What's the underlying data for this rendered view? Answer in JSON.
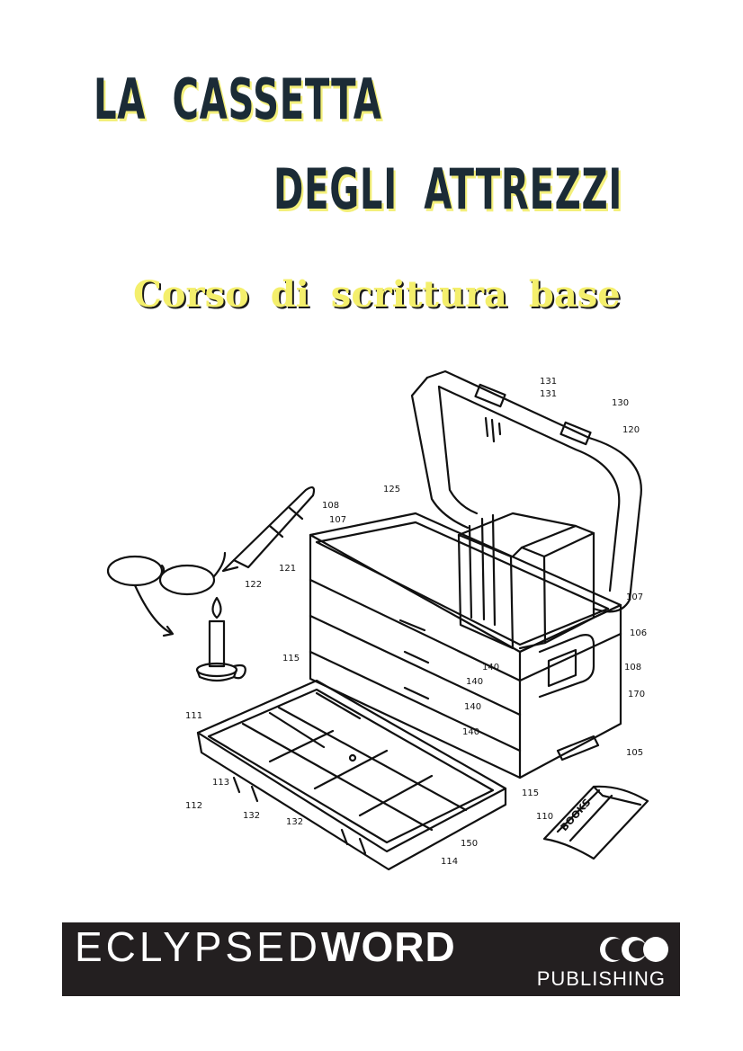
{
  "cover": {
    "title_line_1": "LA  CASSETTA",
    "title_line_2": "DEGLI  ATTREZZI",
    "subtitle": "Corso di scrittura base"
  },
  "illustration": {
    "subject": "patent-style drawing of an open tool box with books, pen, glasses, candle",
    "book_label": "BOOKS",
    "callouts": [
      "131",
      "131",
      "130",
      "120",
      "125",
      "108",
      "107",
      "121",
      "122",
      "107",
      "106",
      "108",
      "170",
      "105",
      "115",
      "140",
      "140",
      "140",
      "140",
      "111",
      "113",
      "112",
      "132",
      "132",
      "115",
      "110",
      "150",
      "114"
    ]
  },
  "publisher": {
    "name_light": "ECLYPSED",
    "name_bold": "WORD",
    "tagline": "PUBLISHING",
    "banner_color": "#231f20"
  },
  "colors": {
    "title_text": "#1b2b36",
    "title_highlight": "#f3ef7a",
    "subtitle_text": "#f4ef6c"
  }
}
